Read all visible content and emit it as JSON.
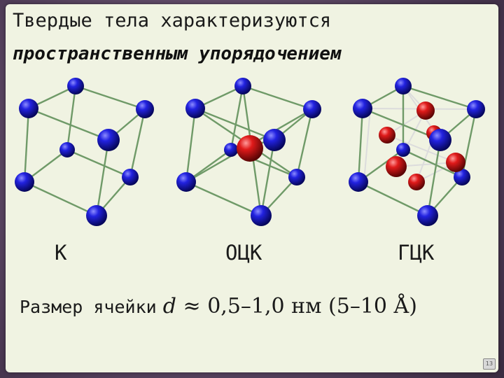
{
  "title": {
    "line1": "Твердые тела характеризуются",
    "line2": "пространственным упорядочением"
  },
  "structures": [
    {
      "label": "К"
    },
    {
      "label": "ОЦК"
    },
    {
      "label": "ГЦК"
    }
  ],
  "cell_size": {
    "label": "Размер ячейки",
    "symbol": "d",
    "formula": "≈ 0,5–1,0 нм  (5–10 Å)"
  },
  "page_number": "13",
  "colors": {
    "corner_atom": "#1515c8",
    "center_atom": "#d81818",
    "bond": "#6f9a68",
    "slide_bg": "#f0f3e2",
    "frame_bg": "#5a4560"
  }
}
